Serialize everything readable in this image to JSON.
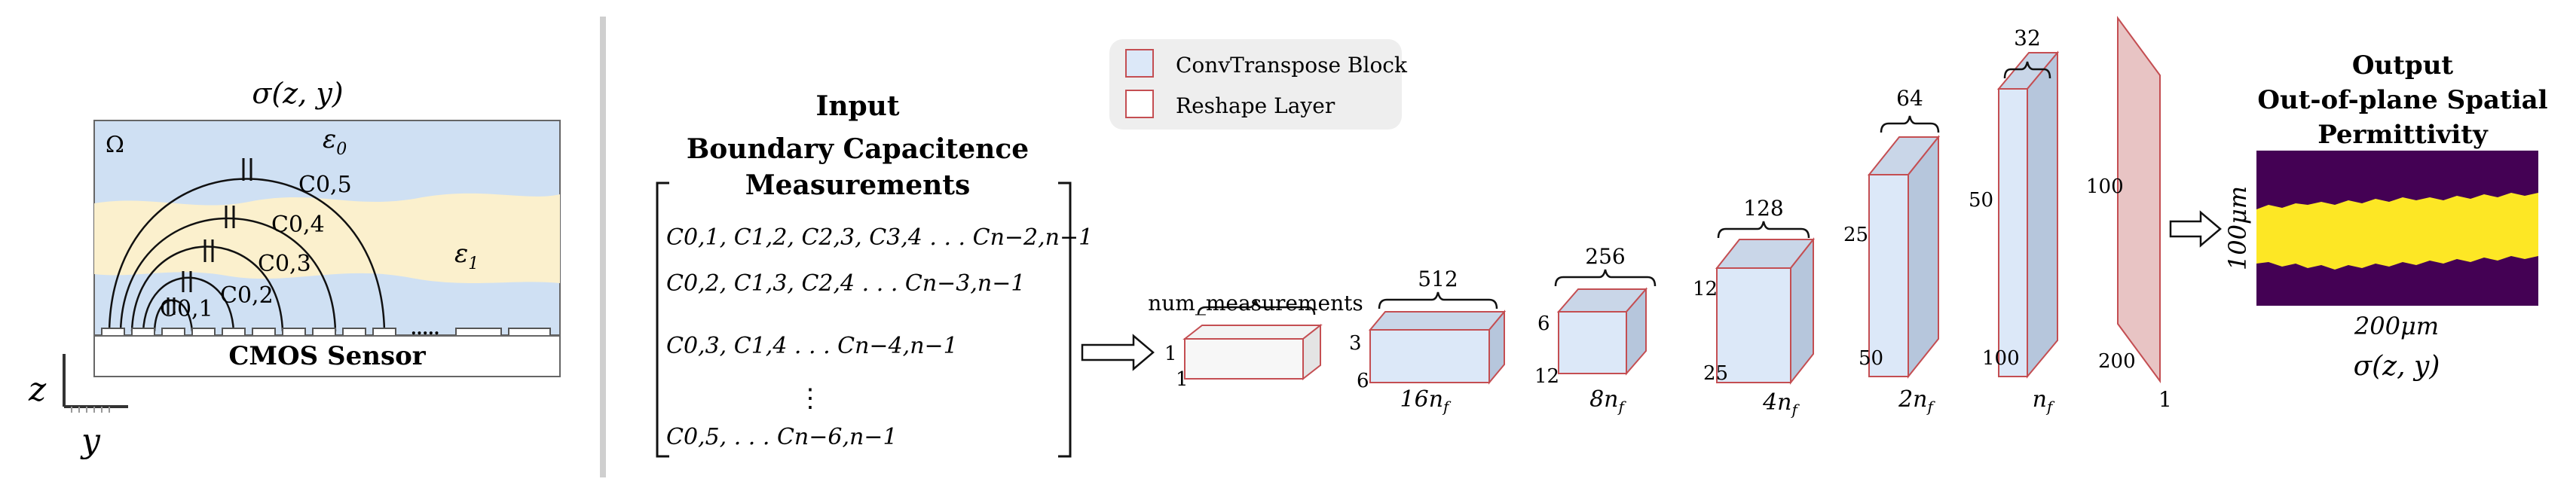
{
  "left_panel": {
    "sigma_label": "σ(z, y)",
    "omega": "Ω",
    "eps0_base": "ε",
    "eps0_sub": "0",
    "eps1_base": "ε",
    "eps1_sub": "1",
    "caps": [
      {
        "base": "C",
        "sub": "0,1"
      },
      {
        "base": "C",
        "sub": "0,2"
      },
      {
        "base": "C",
        "sub": "0,3"
      },
      {
        "base": "C",
        "sub": "0,4"
      },
      {
        "base": "C",
        "sub": "0,5"
      }
    ],
    "sensor_label": "CMOS Sensor",
    "axis_z": "z",
    "axis_y": "y",
    "colors": {
      "background_blue": "#cfe0f3",
      "band_yellow": "#fbf0cd",
      "sensor_fill": "#ffffff"
    }
  },
  "input": {
    "title": "Input",
    "subtitle_line1": "Boundary  Capacitence",
    "subtitle_line2": "Measurements",
    "row1": "C0,1,  C1,2,  C2,3,  C3,4 . . .  Cn−2,n−1",
    "row2": "C0,2,  C1,3,  C2,4 . . .  Cn−3,n−1",
    "row3": "C0,3,  C1,4 . . .  Cn−4,n−1",
    "row4": "C0,5,  . . .  Cn−6,n−1",
    "vdots": "⋮"
  },
  "legend": {
    "items": [
      {
        "label": "ConvTranspose Block",
        "fill": "#dce8f8",
        "stroke": "#c44e52"
      },
      {
        "label": "Reshape Layer",
        "fill": "#ffffff",
        "stroke": "#c44e52"
      }
    ]
  },
  "blocks": [
    {
      "top": "num_measurements",
      "left": "1",
      "bottom_left": "1",
      "bottom": ""
    },
    {
      "top": "512",
      "left": "3",
      "bottom_left": "6",
      "bottom_base": "16n",
      "bottom_sub": "f"
    },
    {
      "top": "256",
      "left": "6",
      "bottom_left": "12",
      "bottom_base": "8n",
      "bottom_sub": "f"
    },
    {
      "top": "128",
      "left": "12",
      "bottom_left": "25",
      "bottom_base": "4n",
      "bottom_sub": "f"
    },
    {
      "top": "64",
      "left": "25",
      "bottom_left": "50",
      "bottom_base": "2n",
      "bottom_sub": "f"
    },
    {
      "top": "32",
      "left": "50",
      "bottom_left": "100",
      "bottom_base": "n",
      "bottom_sub": "f"
    },
    {
      "top": "",
      "left": "100",
      "bottom_left": "200",
      "bottom": "1"
    }
  ],
  "output": {
    "title": "Output",
    "subtitle_line1": "Out-of-plane Spatial",
    "subtitle_line2": "Permittivity",
    "ylabel": "100μm",
    "xlabel": "200μm",
    "sigma_label": "σ(z, y)",
    "colors": {
      "background": "#440154",
      "band": "#fde725"
    }
  }
}
